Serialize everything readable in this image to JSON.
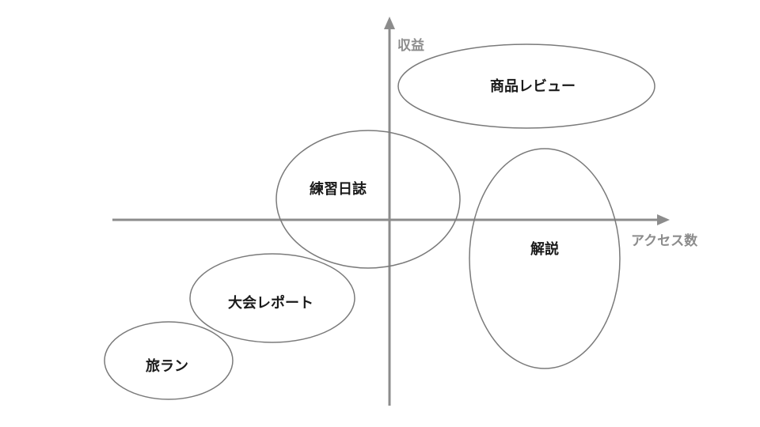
{
  "axes": {
    "y_label": "収益",
    "x_label": "アクセス数"
  },
  "bubbles": [
    {
      "label": "商品レビュー"
    },
    {
      "label": "練習日誌"
    },
    {
      "label": "解説"
    },
    {
      "label": "大会レポート"
    },
    {
      "label": "旅ラン"
    }
  ],
  "colors": {
    "axis": "#8c8c8c",
    "outline": "#7a7a7a",
    "text": "#1a1a1a"
  }
}
